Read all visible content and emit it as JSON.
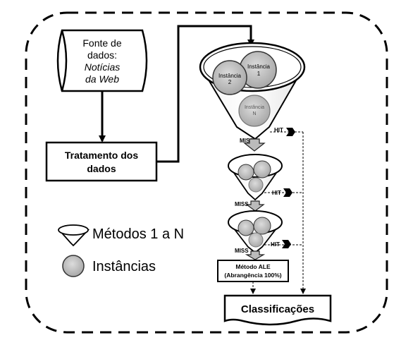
{
  "source": {
    "line1": "Fonte de",
    "line2": "dados:",
    "line3": "Notícias",
    "line4": "da Web"
  },
  "treatment": {
    "line1": "Tratamento dos",
    "line2": "dados"
  },
  "funnel1": {
    "inst1_a": "Instância",
    "inst1_b": "1",
    "inst2_a": "Instância",
    "inst2_b": "2",
    "instN_a": "Instância",
    "instN_b": "N"
  },
  "flow": {
    "hit": "HIT",
    "miss": "MISS"
  },
  "ale": {
    "line1": "Método ALE",
    "line2": "(Abrangência 100%)"
  },
  "output": {
    "label": "Classificações"
  },
  "legend": {
    "methods": "Métodos 1 a N",
    "instances": "Instâncias"
  },
  "colors": {
    "stroke": "#000000",
    "circle_fill": "#c8c8c8",
    "circle_dark": "#a9a9a9"
  }
}
